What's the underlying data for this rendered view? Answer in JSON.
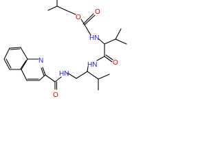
{
  "molecule": {
    "atom_labels": {
      "o_ester_carbonyl": "O",
      "o_ester": "O",
      "nh_carbamate": "HN",
      "nh_amide_upper": "HN",
      "o_amide_upper": "O",
      "n_isoquinoline": "N",
      "nh_amide_lower": "HN",
      "o_amide_lower": "O"
    },
    "colors": {
      "bond": "#000000",
      "nitrogen": "#1a1aff",
      "oxygen": "#e60000"
    }
  }
}
